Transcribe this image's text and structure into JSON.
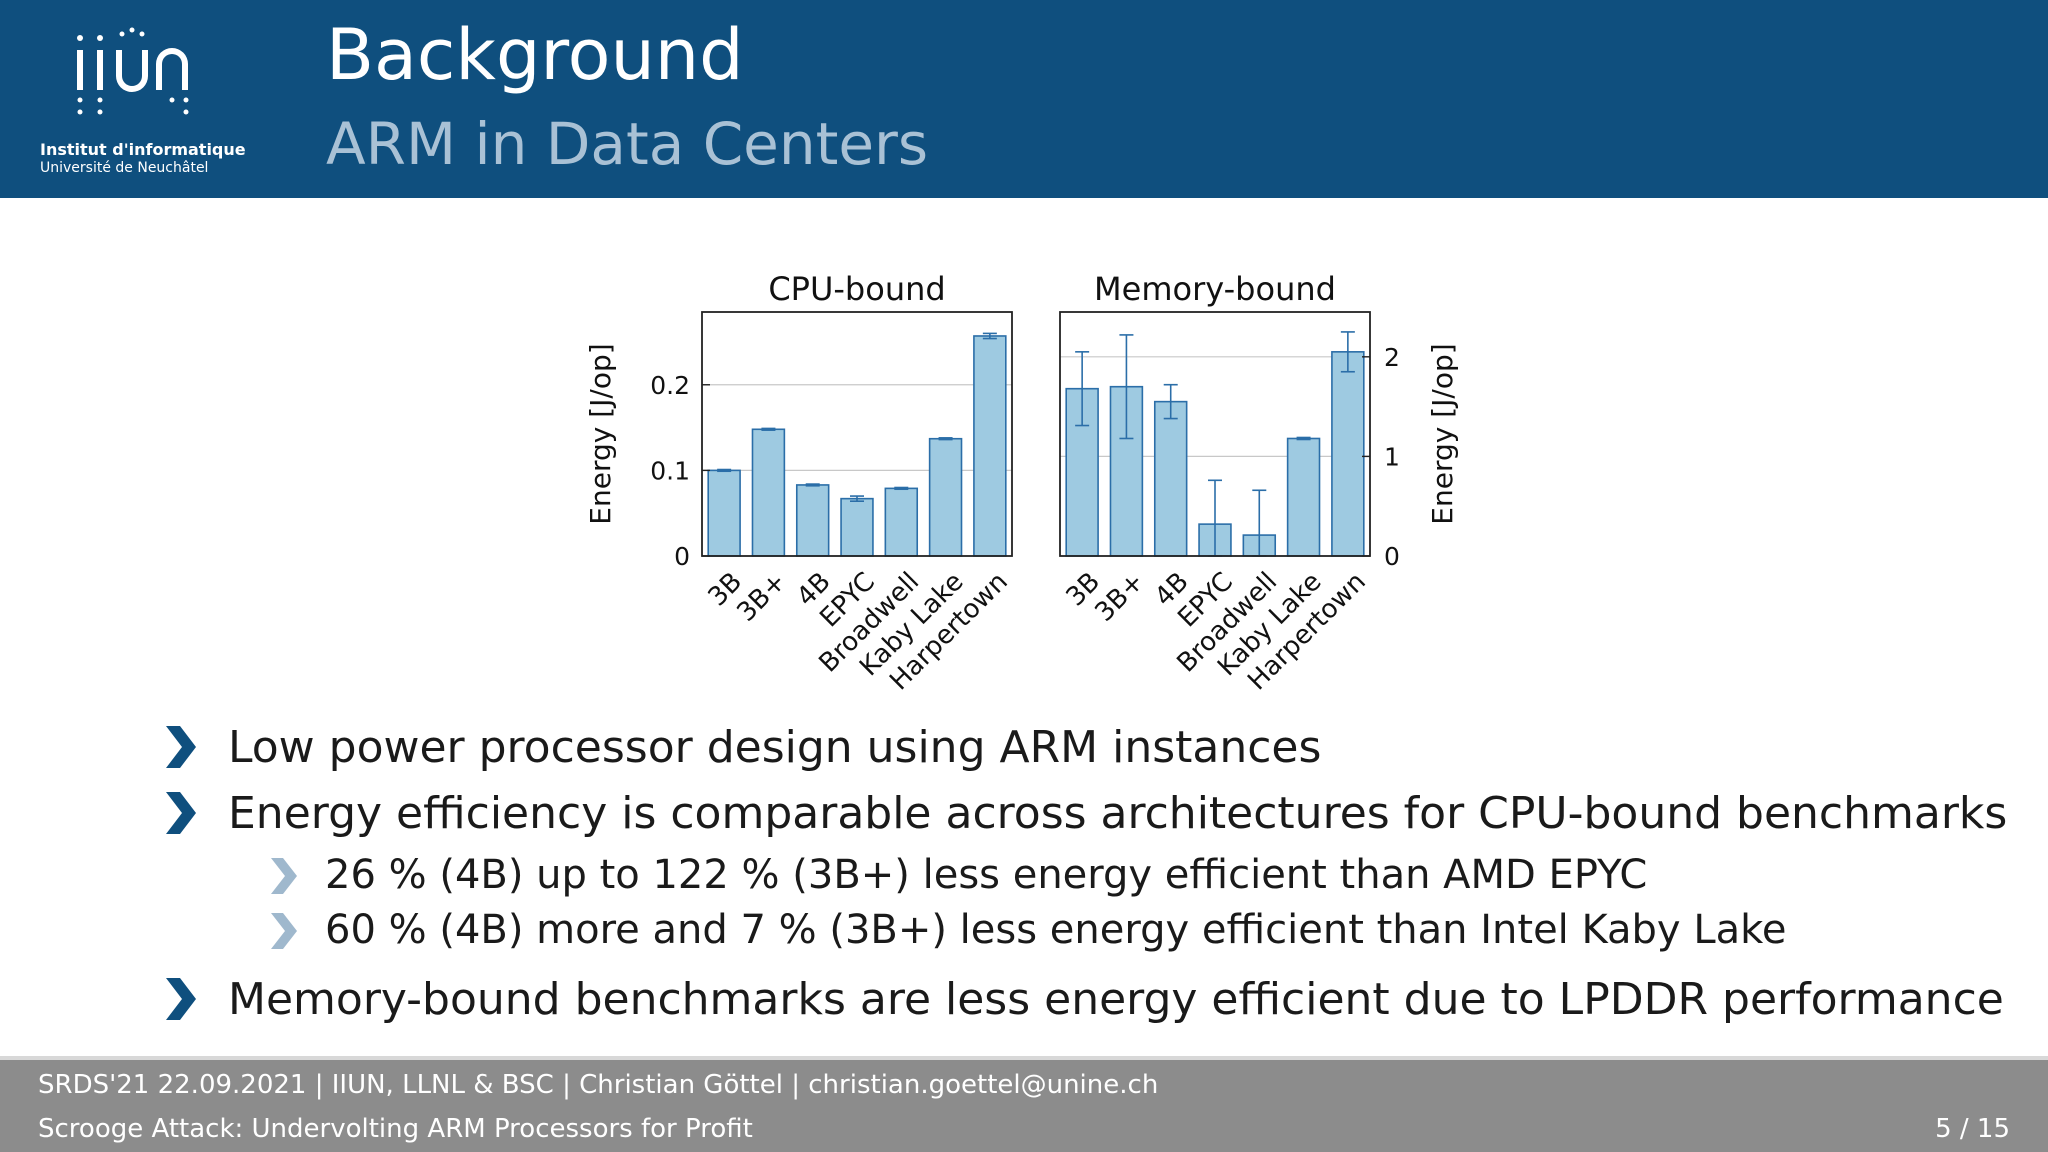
{
  "header": {
    "logo_text": "iiUN",
    "institute_line1": "Institut d'informatique",
    "institute_line2": "Université de Neuchâtel",
    "title": "Background",
    "subtitle": "ARM in Data Centers"
  },
  "chart_data": [
    {
      "type": "bar",
      "title": "CPU-bound",
      "ylabel": "Energy [J/op]",
      "categories": [
        "3B",
        "3B+",
        "4B",
        "EPYC",
        "Broadwell",
        "Kaby Lake",
        "Harpertown"
      ],
      "values": [
        0.1,
        0.148,
        0.083,
        0.067,
        0.079,
        0.137,
        0.257
      ],
      "errors": [
        0.001,
        0.001,
        0.001,
        0.003,
        0.001,
        0.001,
        0.003
      ],
      "ylim": [
        0,
        0.285
      ],
      "yticks": [
        0,
        0.1,
        0.2
      ],
      "ytick_labels": [
        "0",
        "0.1",
        "0.2"
      ],
      "grid": true,
      "color": "#9ecae1",
      "edge_color": "#2b6ea8"
    },
    {
      "type": "bar",
      "title": "Memory-bound",
      "ylabel": "Energy [J/op]",
      "categories": [
        "3B",
        "3B+",
        "4B",
        "EPYC",
        "Broadwell",
        "Kaby Lake",
        "Harpertown"
      ],
      "values": [
        1.68,
        1.7,
        1.55,
        0.32,
        0.21,
        1.18,
        2.05
      ],
      "errors": [
        0.37,
        0.52,
        0.17,
        0.44,
        0.45,
        0.01,
        0.2
      ],
      "ylim": [
        0,
        2.45
      ],
      "yticks": [
        0,
        1,
        2
      ],
      "ytick_labels": [
        "0",
        "1",
        "2"
      ],
      "grid": true,
      "color": "#9ecae1",
      "edge_color": "#2b6ea8"
    }
  ],
  "bullets": [
    {
      "level": 1,
      "text": "Low power processor design using ARM instances"
    },
    {
      "level": 1,
      "text": "Energy efficiency is comparable across architectures for CPU-bound benchmarks"
    },
    {
      "level": 2,
      "text": "26 % (4B) up to 122 % (3B+) less energy efficient than AMD EPYC"
    },
    {
      "level": 2,
      "text": "60 % (4B) more and 7 % (3B+) less energy efficient than Intel Kaby Lake"
    },
    {
      "level": 1,
      "text": "Memory-bound benchmarks are less energy efficient due to LPDDR performance"
    }
  ],
  "footer": {
    "line1": "SRDS'21 22.09.2021 | IIUN, LLNL & BSC | Christian Göttel | christian.goettel@unine.ch",
    "line2": "Scrooge Attack: Undervolting ARM Processors for Profit",
    "page": "5 / 15"
  },
  "colors": {
    "header_bg": "#0f4f7e",
    "footer_bg": "#8c8c8c",
    "bullet_l1": "#0f4f7e",
    "bullet_l2": "#9fb8cd"
  }
}
